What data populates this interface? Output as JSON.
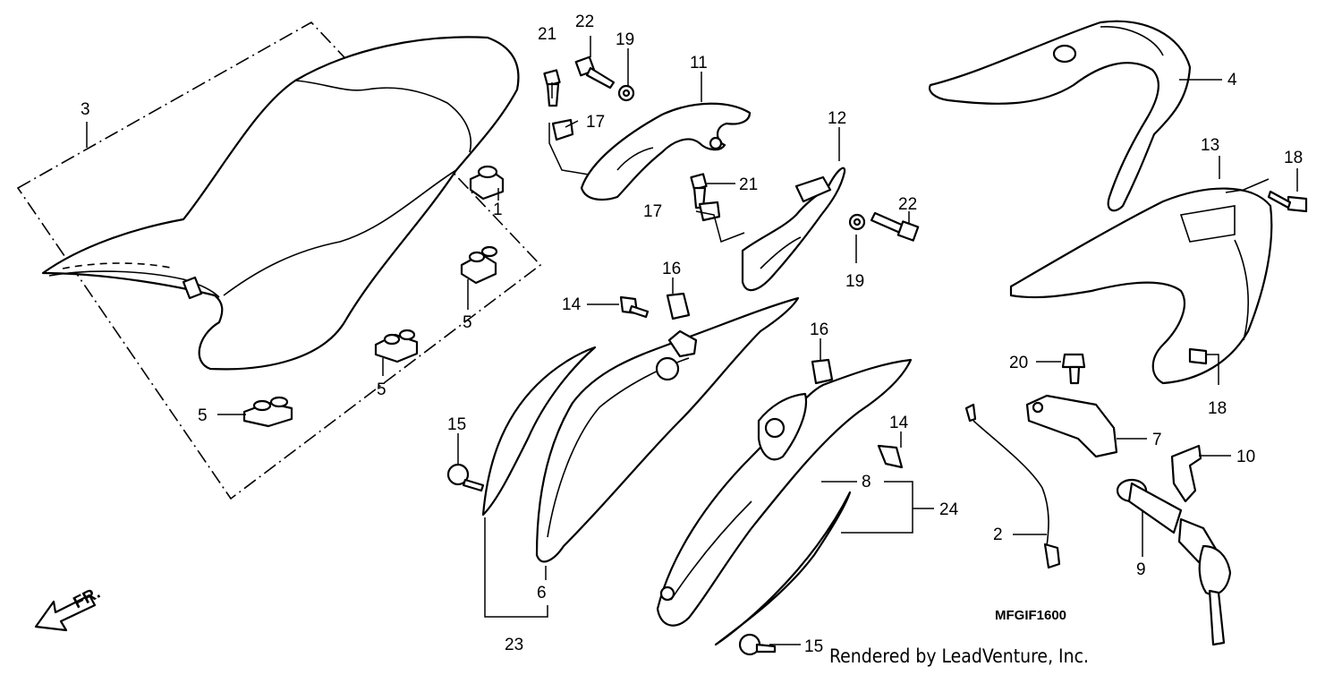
{
  "diagram_code": "MFGIF1600",
  "credit": "Rendered by LeadVenture, Inc.",
  "front_arrow_label": "FR.",
  "callouts": [
    {
      "id": "c1",
      "text": "1"
    },
    {
      "id": "c2",
      "text": "2"
    },
    {
      "id": "c3",
      "text": "3"
    },
    {
      "id": "c4",
      "text": "4"
    },
    {
      "id": "c5a",
      "text": "5"
    },
    {
      "id": "c5b",
      "text": "5"
    },
    {
      "id": "c5c",
      "text": "5"
    },
    {
      "id": "c6",
      "text": "6"
    },
    {
      "id": "c7",
      "text": "7"
    },
    {
      "id": "c8",
      "text": "8"
    },
    {
      "id": "c9",
      "text": "9"
    },
    {
      "id": "c10",
      "text": "10"
    },
    {
      "id": "c11",
      "text": "11"
    },
    {
      "id": "c12",
      "text": "12"
    },
    {
      "id": "c13",
      "text": "13"
    },
    {
      "id": "c14a",
      "text": "14"
    },
    {
      "id": "c14b",
      "text": "14"
    },
    {
      "id": "c15a",
      "text": "15"
    },
    {
      "id": "c15b",
      "text": "15"
    },
    {
      "id": "c16a",
      "text": "16"
    },
    {
      "id": "c16b",
      "text": "16"
    },
    {
      "id": "c17a",
      "text": "17"
    },
    {
      "id": "c17b",
      "text": "17"
    },
    {
      "id": "c18a",
      "text": "18"
    },
    {
      "id": "c18b",
      "text": "18"
    },
    {
      "id": "c19a",
      "text": "19"
    },
    {
      "id": "c19b",
      "text": "19"
    },
    {
      "id": "c20",
      "text": "20"
    },
    {
      "id": "c21a",
      "text": "21"
    },
    {
      "id": "c21b",
      "text": "21"
    },
    {
      "id": "c22a",
      "text": "22"
    },
    {
      "id": "c22b",
      "text": "22"
    },
    {
      "id": "c23",
      "text": "23"
    },
    {
      "id": "c24",
      "text": "24"
    }
  ]
}
